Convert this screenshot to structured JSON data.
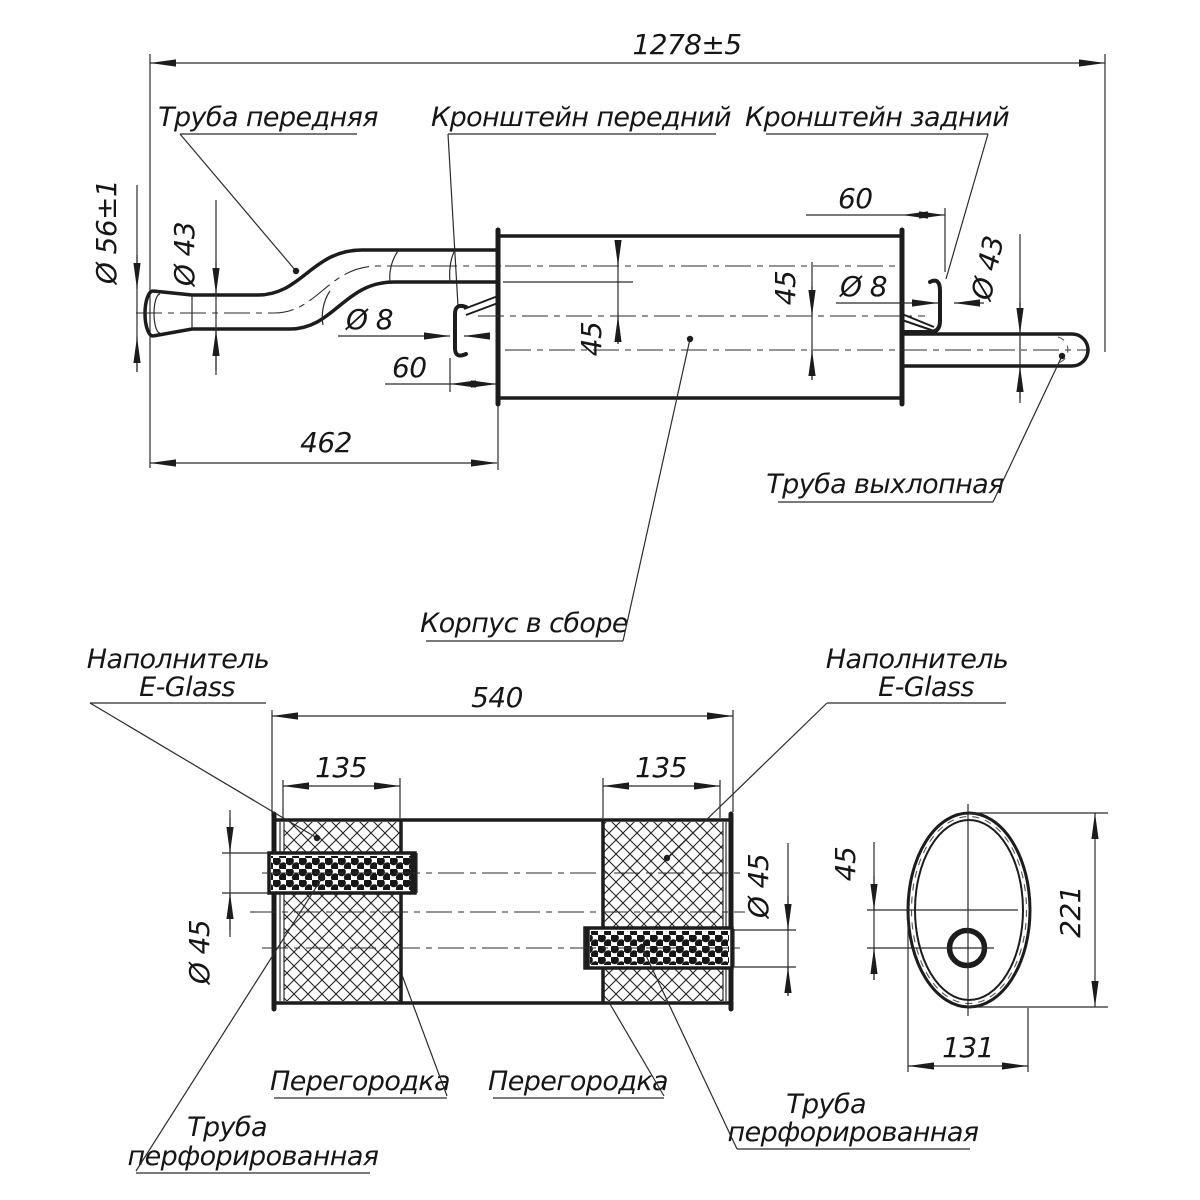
{
  "top": {
    "dim_overall": "1278±5",
    "label_front_pipe": "Труба передняя",
    "label_front_bracket": "Кронштейн передний",
    "label_rear_bracket": "Кронштейн задний",
    "label_body_assembly": "Корпус в сборе",
    "label_exhaust_pipe": "Труба выхлопная",
    "dim_inlet_dia": "Ø 56±1",
    "dim_front_pipe_dia": "Ø 43",
    "dim_front_bracket_hole_dia": "Ø 8",
    "dim_front_bracket_to_body": "60",
    "dim_front_pipe_length": "462",
    "dim_inlet_offset": "45",
    "dim_outlet_offset": "45",
    "dim_rear_bracket_hole_dia": "Ø 8",
    "dim_rear_bracket_to_body": "60",
    "dim_exhaust_pipe_dia": "Ø 43"
  },
  "section": {
    "label_filler_line1": "Наполнитель",
    "label_filler_line2": "E-Glass",
    "dim_body_length": "540",
    "dim_filler_left_length": "135",
    "dim_filler_right_length": "135",
    "dim_perf_pipe_dia": "Ø 45",
    "label_baffle": "Перегородка",
    "label_perf_pipe_line1": "Труба",
    "label_perf_pipe_line2": "перфорированная"
  },
  "end_view": {
    "dim_pipe_offset": "45",
    "dim_body_height": "221",
    "dim_body_width": "131"
  }
}
